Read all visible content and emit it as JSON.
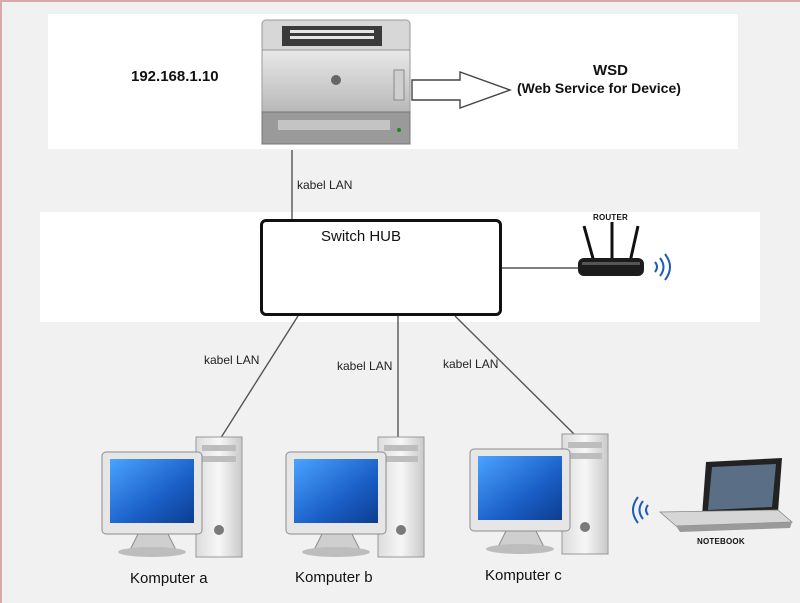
{
  "printer": {
    "ip": "192.168.1.10"
  },
  "wsd": {
    "title": "WSD",
    "subtitle": "(Web Service for Device)"
  },
  "hub": {
    "title": "Switch HUB"
  },
  "router": {
    "label": "ROUTER"
  },
  "notebook": {
    "label": "NOTEBOOK"
  },
  "links": {
    "printer_lan": "kabel LAN",
    "a_lan": "kabel LAN",
    "b_lan": "kabel LAN",
    "c_lan": "kabel LAN"
  },
  "computers": [
    {
      "label": "Komputer a"
    },
    {
      "label": "Komputer b"
    },
    {
      "label": "Komputer c"
    }
  ],
  "colors": {
    "screen_blue": "#1a5fc7",
    "line": "#555555",
    "wifi": "#1e5bb5"
  }
}
